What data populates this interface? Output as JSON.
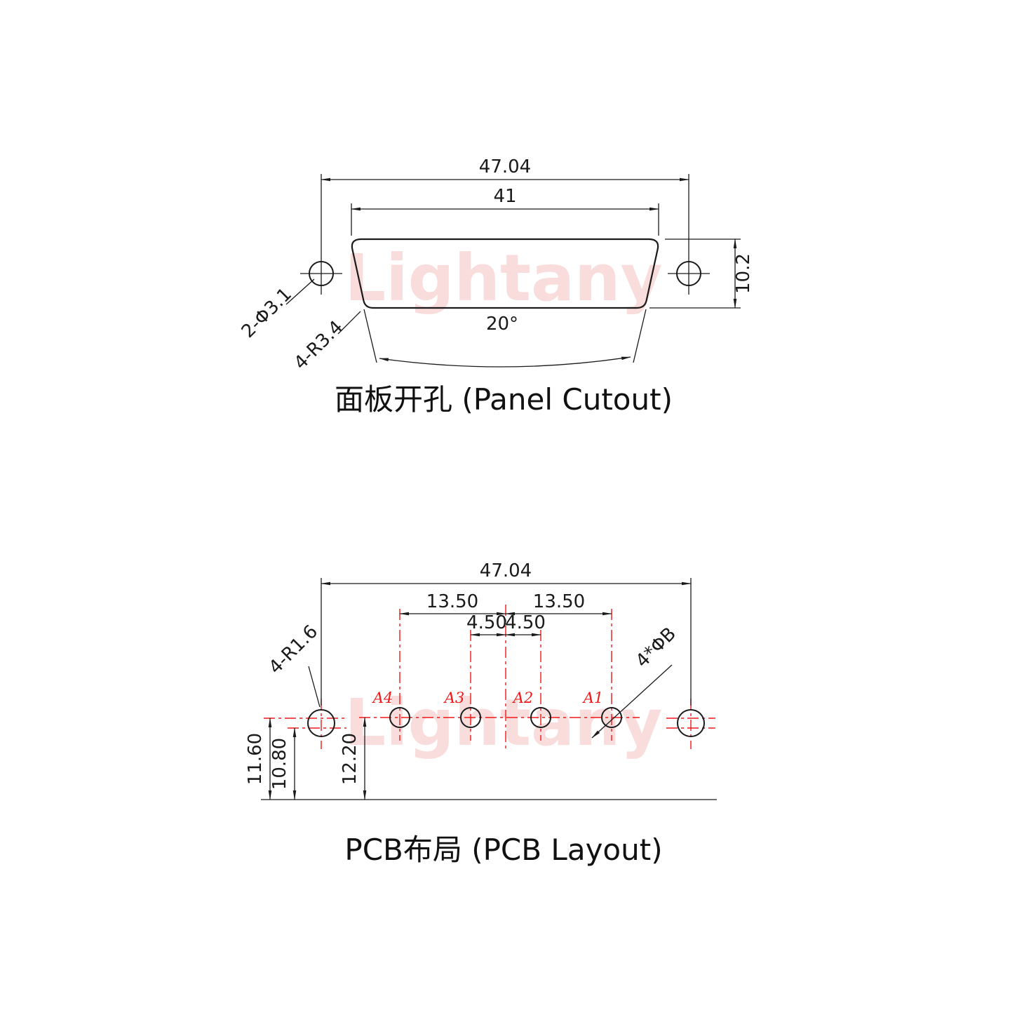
{
  "watermark": {
    "text": "Lightany"
  },
  "colors": {
    "line": "#1a1a1a",
    "red": "#f01818",
    "watermark": "#f8d2d2"
  },
  "panel_cutout": {
    "caption": "面板开孔 (Panel Cutout)",
    "dim_overall": "47.04",
    "dim_inner": "41",
    "dim_height": "10.2",
    "label_holes": "2-Φ3.1",
    "label_radius": "4-R3.4",
    "angle": "20°"
  },
  "pcb_layout": {
    "caption": "PCB布局 (PCB Layout)",
    "dim_overall": "47.04",
    "dim_pitch_left": "13.50",
    "dim_pitch_right": "13.50",
    "dim_half_left": "4.50",
    "dim_half_right": "4.50",
    "label_radius": "4-R1.6",
    "label_holes": "4*ΦB",
    "dim_mount_upper": "11.60",
    "dim_mount_lower": "10.80",
    "dim_row_to_edge": "12.20",
    "pins": [
      "A4",
      "A3",
      "A2",
      "A1"
    ]
  }
}
